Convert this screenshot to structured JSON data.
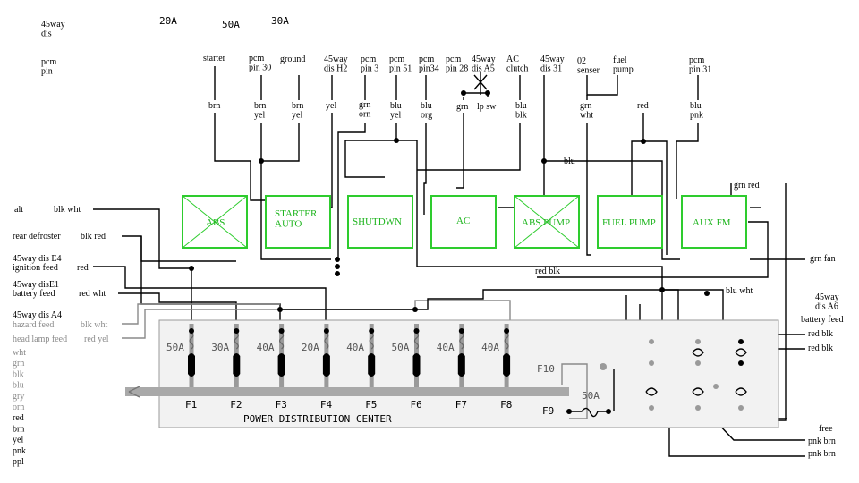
{
  "header": {
    "dis_45way": "45way\ndis",
    "pcm_pin": "pcm\npin",
    "amp_20": "20A",
    "amp_50": "50A",
    "amp_30": "30A"
  },
  "top_labels": {
    "starter": "starter",
    "pcm_pin30": "pcm\npin 30",
    "ground": "ground",
    "dis_h2": "45way\ndis  H2",
    "pcm_pin3": "pcm\npin 3",
    "pcm_pin51": "pcm\npin 51",
    "pcm_pin34": "pcm\npin34",
    "pcm_pin28": "pcm\npin 28",
    "dis_a5": "45way\ndis A5",
    "ac_clutch": "AC\nclutch",
    "dis_31": "45way\ndis 31",
    "o2_senser": "02\nsenser",
    "fuel_pump": "fuel\npump",
    "pcm_pin31": "pcm\npin 31"
  },
  "wire_colors_top": {
    "starter": "brn",
    "pcm30": "brn\nyel",
    "ground": "brn\nyel",
    "h2": "yel",
    "pin3": "grn\norn",
    "pin51": "blu\nyel",
    "pin34": "blu\norg",
    "pin28": "grn",
    "lp_sw": "lp  sw",
    "ac_clutch": "blu\nblk",
    "o2": "grn\nwht",
    "fuel": "red",
    "pin31": "blu\npnk",
    "blu_bus": "blu",
    "aux_top": "grn   red"
  },
  "relays": [
    {
      "label": "ABS",
      "crossed": true
    },
    {
      "label": "STARTER\nAUTO",
      "crossed": false
    },
    {
      "label": "SHUTDWN",
      "crossed": false
    },
    {
      "label": "AC",
      "crossed": false
    },
    {
      "label": "ABS PUMP",
      "crossed": true
    },
    {
      "label": "FUEL PUMP",
      "crossed": false
    },
    {
      "label": "AUX FM",
      "crossed": false
    }
  ],
  "left_labels": {
    "alt": "alt",
    "alt_color": "blk   wht",
    "rear_defroster": "rear defroster",
    "rear_color": "blk   red",
    "dis_e4": "45way dis E4",
    "ignition_feed": "ignition feed",
    "ign_color": "red",
    "dis_e1": "45way disE1",
    "battery_feed": "battery feed",
    "bat_color": "red   wht",
    "dis_a4": "45way dis  A4",
    "hazard_feed": "hazard  feed",
    "haz_color": "blk     wht",
    "head_lamp_feed": "head lamp  feed",
    "head_color": "red      yel",
    "legend": [
      "wht",
      "grn",
      "blk",
      "blu",
      "gry",
      "orn",
      "red",
      "brn",
      "yel",
      "pnk",
      "ppl"
    ]
  },
  "right_labels": {
    "grn_fan": "grn   fan",
    "red_blk_mid": "red   blk",
    "blu_wht": "blu   wht",
    "dis_a6": "45way\ndis   A6",
    "battery_feed": "battery  feed",
    "red_blk_1": "red    blk",
    "red_blk_2": "red    blk",
    "free": "free",
    "pnk_brn_1": "pnk     brn",
    "pnk_brn_2": "pnk     brn"
  },
  "pdc": {
    "title": "POWER DISTRIBUTION CENTER",
    "fuses": [
      {
        "name": "F1",
        "rating": "50A"
      },
      {
        "name": "F2",
        "rating": "30A"
      },
      {
        "name": "F3",
        "rating": "40A"
      },
      {
        "name": "F4",
        "rating": "20A"
      },
      {
        "name": "F5",
        "rating": "40A"
      },
      {
        "name": "F6",
        "rating": "50A"
      },
      {
        "name": "F7",
        "rating": "40A"
      },
      {
        "name": "F8",
        "rating": "40A"
      }
    ],
    "f10": "F10",
    "f9": "F9",
    "f9_rating": "50A"
  },
  "colors": {
    "relay_green": "#2ecc2e",
    "wire": "#000000",
    "faded": "#8a8a8a",
    "pdc_bar": "#a9a9a9"
  }
}
